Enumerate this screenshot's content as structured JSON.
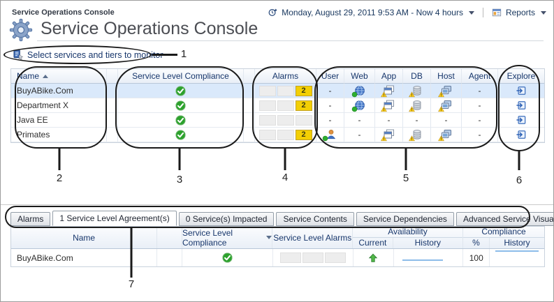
{
  "colors": {
    "accent_navy": "#17366b",
    "selected_row_blue": "#dae9fb",
    "alarm_yellow": "#f3cf04",
    "ok_green": "#2ca22c",
    "sparkline_blue": "#8cbce9",
    "callout_black": "#1a1a1a"
  },
  "top_bar": {
    "breadcrumb": "Service Operations Console",
    "time_range": "Monday, August 29, 2011 9:53 AM - Now 4 hours",
    "reports_label": "Reports"
  },
  "header": {
    "title": "Service Operations Console"
  },
  "toolbar": {
    "select_services_label": "Select services and tiers to monitor"
  },
  "services_table": {
    "columns": {
      "name": "Name",
      "compliance": "Service Level Compliance",
      "alarms": "Alarms",
      "user": "User",
      "web": "Web",
      "app": "App",
      "db": "DB",
      "host": "Host",
      "agent": "Agent",
      "explore": "Explore"
    },
    "rows": [
      {
        "name": "BuyABike.Com",
        "compliance": "ok-check",
        "alarms_count": "2",
        "user": "-",
        "web": "globe-icon-green",
        "app": "app-icon-warning",
        "db": "db-icon-warning",
        "host": "host-icon-warning",
        "agent": "-",
        "selected": true
      },
      {
        "name": "Department X",
        "compliance": "ok-check",
        "alarms_count": "2",
        "user": "-",
        "web": "globe-icon-green",
        "app": "app-icon-warning",
        "db": "db-icon-warning",
        "host": "host-icon-warning",
        "agent": "-"
      },
      {
        "name": "Java EE",
        "compliance": "ok-check",
        "alarms_count": "",
        "user": "-",
        "web": "-",
        "app": "-",
        "db": "-",
        "host": "-",
        "agent": "-"
      },
      {
        "name": "Primates",
        "compliance": "ok-check",
        "alarms_count": "2",
        "user": "user-icon-green",
        "web": "-",
        "app": "app-icon-warning",
        "db": "db-icon-warning",
        "host": "host-icon-warning",
        "agent": "-"
      }
    ]
  },
  "callouts": {
    "n1": "1",
    "n2": "2",
    "n3": "3",
    "n4": "4",
    "n5": "5",
    "n6": "6",
    "n7": "7"
  },
  "tabs": {
    "items": [
      {
        "label": "Alarms"
      },
      {
        "label": "1 Service Level Agreement(s)",
        "active": true
      },
      {
        "label": "0 Service(s) Impacted"
      },
      {
        "label": "Service Contents"
      },
      {
        "label": "Service Dependencies"
      },
      {
        "label": "Advanced Service Visualization"
      }
    ]
  },
  "sla_table": {
    "headers": {
      "name": "Name",
      "compliance": "Service Level Compliance",
      "alarms": "Service Level Alarms",
      "availability_group": "Availability",
      "current": "Current",
      "history": "History",
      "percent": "%",
      "compliance_group": "Compliance",
      "compliance_history": "History"
    },
    "rows": [
      {
        "name": "BuyABike.Com",
        "compliance": "ok-check",
        "availability_current": "up-arrow",
        "availability_percent": "100"
      }
    ]
  }
}
